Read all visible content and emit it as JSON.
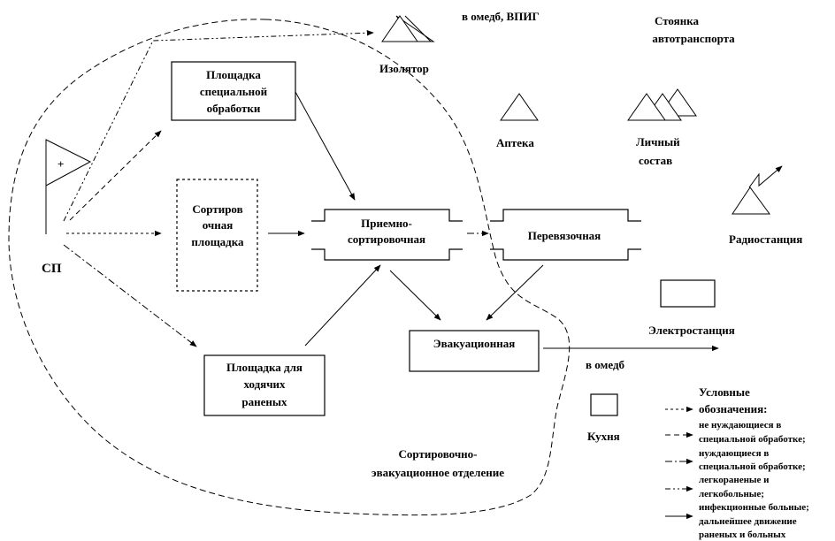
{
  "diagram": {
    "title": "Сортировочно-эвакуационное отделение",
    "colors": {
      "ink": "#000000",
      "background": "#ffffff"
    },
    "nodes": {
      "sp": {
        "label": "СП",
        "flag_symbol": "+"
      },
      "special_treatment": {
        "lines": [
          "Площадка",
          "специальной",
          "обработки"
        ]
      },
      "sorting_area": {
        "lines": [
          "Сортиров",
          "очная",
          "площадка"
        ]
      },
      "walking_wounded": {
        "lines": [
          "Площадка для",
          "ходячих",
          "раненых"
        ]
      },
      "reception_sorting": {
        "lines": [
          "Приемно-",
          "сортировочная"
        ]
      },
      "dressing": {
        "label": "Перевязочная"
      },
      "evacuation": {
        "label": "Эвакуационная"
      },
      "isolator": {
        "label": "Изолятор"
      },
      "isolator_dest": {
        "label": "в омедб, ВПИГ"
      },
      "pharmacy": {
        "label": "Аптека"
      },
      "personnel": {
        "lines": [
          "Личный",
          "состав"
        ]
      },
      "vehicle_parking": {
        "lines": [
          "Стоянка",
          "автотранспорта"
        ]
      },
      "radio_station": {
        "label": "Радиостанция"
      },
      "power_station": {
        "label": "Электростанция"
      },
      "kitchen": {
        "label": "Кухня"
      },
      "evac_dest": {
        "label": "в омедб"
      },
      "department_label": {
        "lines": [
          "Сортировочно-",
          "эвакуационное отделение"
        ]
      }
    },
    "legend": {
      "title": [
        "Условные",
        "обозначения:"
      ],
      "items": [
        {
          "style": "dotted",
          "text": [
            "не нуждающиеся в",
            "специальной обработке;"
          ]
        },
        {
          "style": "dashed",
          "text": [
            "нуждающиеся в",
            "специальной обработке;"
          ]
        },
        {
          "style": "dash-dot",
          "text": [
            "легкораненые и",
            "легкобольные;"
          ]
        },
        {
          "style": "dash-dot-dot",
          "text": [
            "инфекционные больные;"
          ]
        },
        {
          "style": "solid",
          "text": [
            "дальнейшее движение",
            "раненых и больных"
          ]
        }
      ]
    }
  }
}
